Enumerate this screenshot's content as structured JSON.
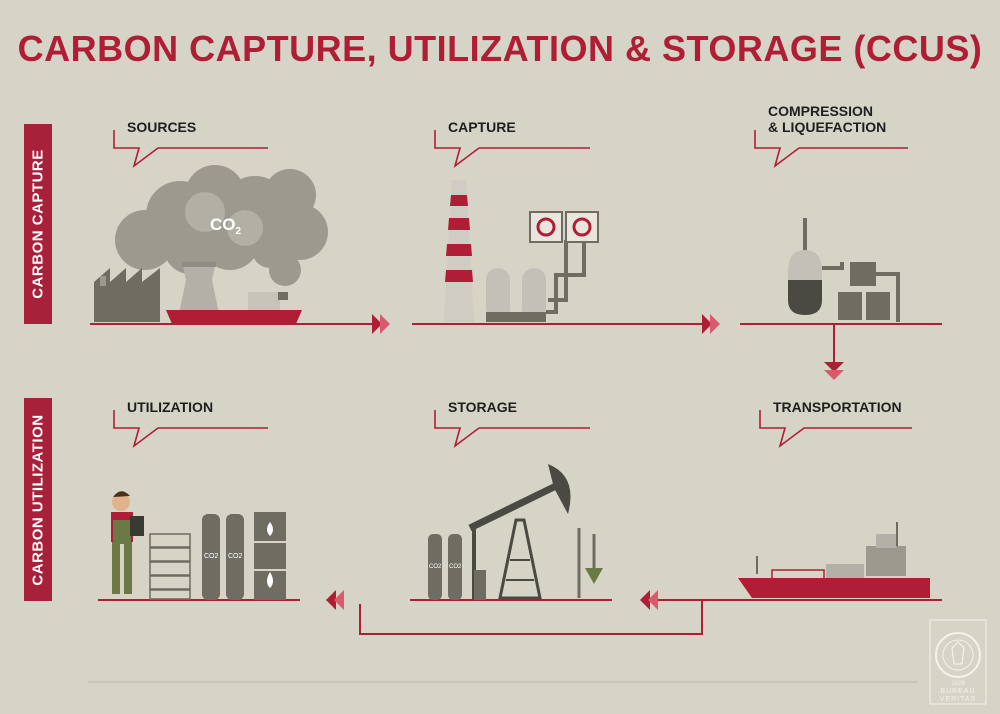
{
  "title": "CARBON CAPTURE, UTILIZATION & STORAGE (CCUS)",
  "sections": {
    "capture": "CARBON CAPTURE",
    "utilization": "CARBON UTILIZATION"
  },
  "steps": {
    "sources": "SOURCES",
    "capture": "CAPTURE",
    "compression_line1": "COMPRESSION",
    "compression_line2": "& LIQUEFACTION",
    "utilization": "UTILIZATION",
    "storage": "STORAGE",
    "transportation": "TRANSPORTATION"
  },
  "co2_label": "CO2",
  "co2_main": "CO",
  "co2_sub": "2",
  "logo": {
    "name_line1": "BUREAU",
    "name_line2": "VERITAS",
    "year": "1828"
  },
  "colors": {
    "accent": "#b01e35",
    "background": "#d6d4c6",
    "machinery": "#6f6d62",
    "smoke": "#9c9a8f"
  }
}
